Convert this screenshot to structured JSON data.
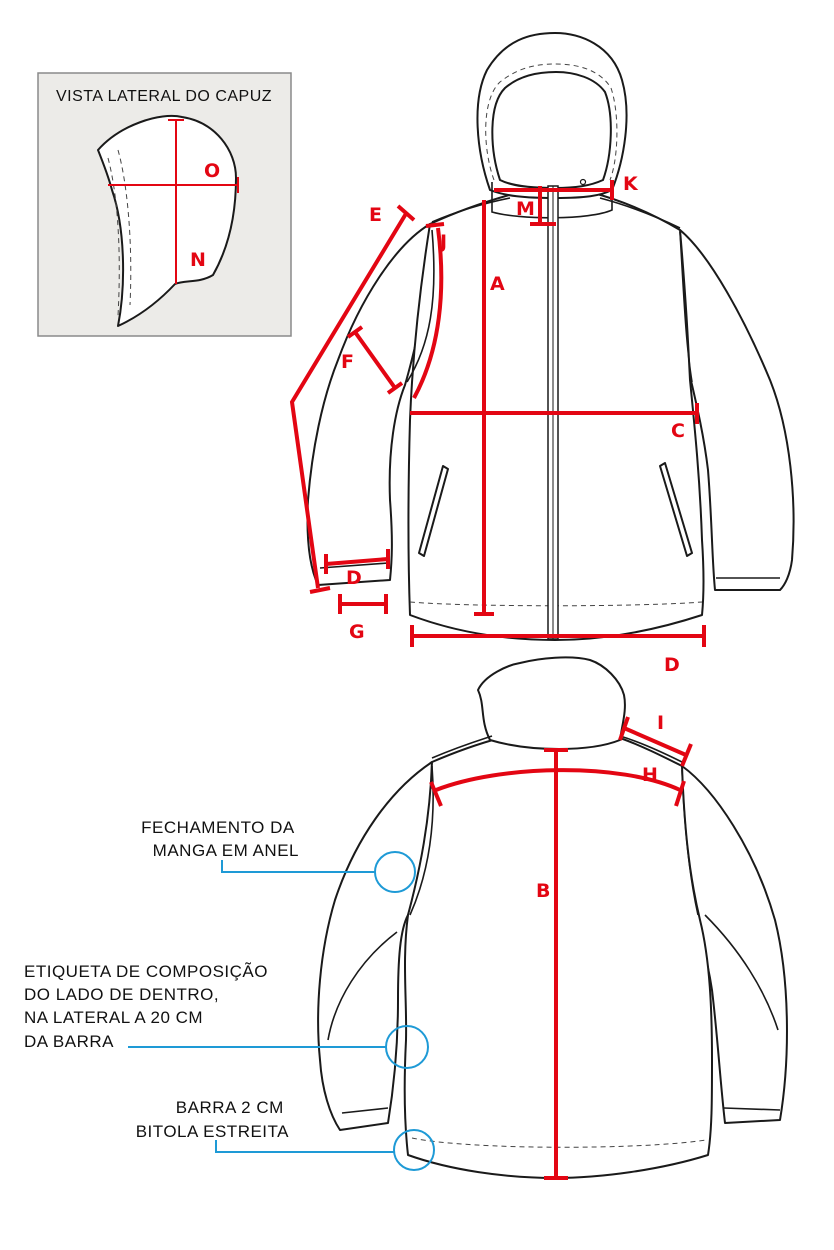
{
  "inset": {
    "title": "VISTA LATERAL DO CAPUZ",
    "labels": {
      "o": "O",
      "n": "N"
    }
  },
  "front": {
    "labels": {
      "a": "A",
      "c": "C",
      "d_cuff": "D",
      "d_hem": "D",
      "e": "E",
      "f": "F",
      "g": "G",
      "j": "J",
      "k": "K",
      "m": "M"
    }
  },
  "back": {
    "labels": {
      "b": "B",
      "h": "H",
      "i": "I"
    }
  },
  "notes": {
    "sleeve": [
      "FECHAMENTO DA",
      "MANGA EM ANEL"
    ],
    "label": [
      "ETIQUETA DE COMPOSIÇÃO",
      "DO LADO DE DENTRO,",
      "NA LATERAL A 20 CM",
      "DA BARRA"
    ],
    "hem": [
      "BARRA 2 CM",
      "BITOLA ESTREITA"
    ]
  },
  "colors": {
    "measure": "#e30613",
    "callout": "#1e9ad6",
    "outline": "#1a1a1a",
    "inset_bg": "#ecebe8"
  }
}
